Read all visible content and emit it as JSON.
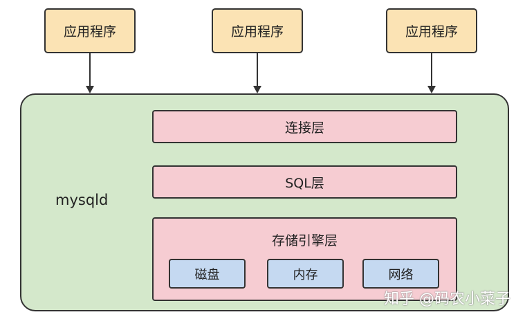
{
  "apps": [
    {
      "label": "应用程序"
    },
    {
      "label": "应用程序"
    },
    {
      "label": "应用程序"
    }
  ],
  "server": {
    "label": "mysqld"
  },
  "layers": {
    "connection": "连接层",
    "sql": "SQL层",
    "engine": "存储引擎层"
  },
  "storage": [
    "磁盘",
    "内存",
    "网络"
  ],
  "watermark": "知乎 @码农小菜子"
}
